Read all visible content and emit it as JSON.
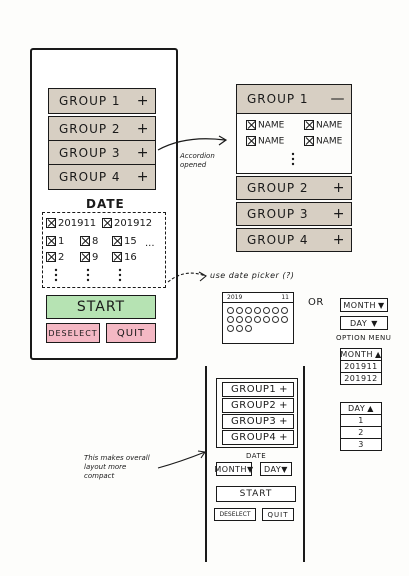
{
  "left_mockup": {
    "groups": [
      {
        "label": "GROUP 1",
        "sign": "+"
      },
      {
        "label": "GROUP 2",
        "sign": "+"
      },
      {
        "label": "GROUP 3",
        "sign": "+"
      },
      {
        "label": "GROUP 4",
        "sign": "+"
      }
    ],
    "date_heading": "DATE",
    "months": [
      "201911",
      "201912"
    ],
    "days": [
      "1",
      "8",
      "15",
      "2",
      "9",
      "16"
    ],
    "ellipsis": "...",
    "start_label": "START",
    "deselect_label": "DESELECT",
    "quit_label": "QUIT",
    "colors": {
      "group_fill": "#d7cfc3",
      "start_fill": "#b6e3b3",
      "deselect_fill": "#f4b8c4",
      "quit_fill": "#f4b8c4"
    }
  },
  "accordion_mockup": {
    "group1": {
      "label": "GROUP 1",
      "sign": "—"
    },
    "names": [
      "NAME",
      "NAME",
      "NAME",
      "NAME"
    ],
    "groups": [
      {
        "label": "GROUP 2",
        "sign": "+"
      },
      {
        "label": "GROUP 3",
        "sign": "+"
      },
      {
        "label": "GROUP 4",
        "sign": "+"
      }
    ]
  },
  "annotations": {
    "accordion": "Accordion opened",
    "date_picker": "use date picker (?)",
    "or": "OR",
    "option_menu": "OPTION MENU",
    "compact": "This makes overall layout more compact"
  },
  "calendar": {
    "year": "2019",
    "month": "11"
  },
  "option_menus": {
    "month_label": "MONTH",
    "day_label": "DAY",
    "month_options": [
      "201911",
      "201912"
    ],
    "day_options": [
      "1",
      "2",
      "3"
    ]
  },
  "compact_mockup": {
    "groups": [
      "GROUP1",
      "GROUP2",
      "GROUP3",
      "GROUP4"
    ],
    "sign": "+",
    "date_heading": "DATE",
    "month_label": "MONTH",
    "day_label": "DAY",
    "start_label": "START",
    "deselect_label": "DESELECT",
    "quit_label": "QUIT"
  }
}
